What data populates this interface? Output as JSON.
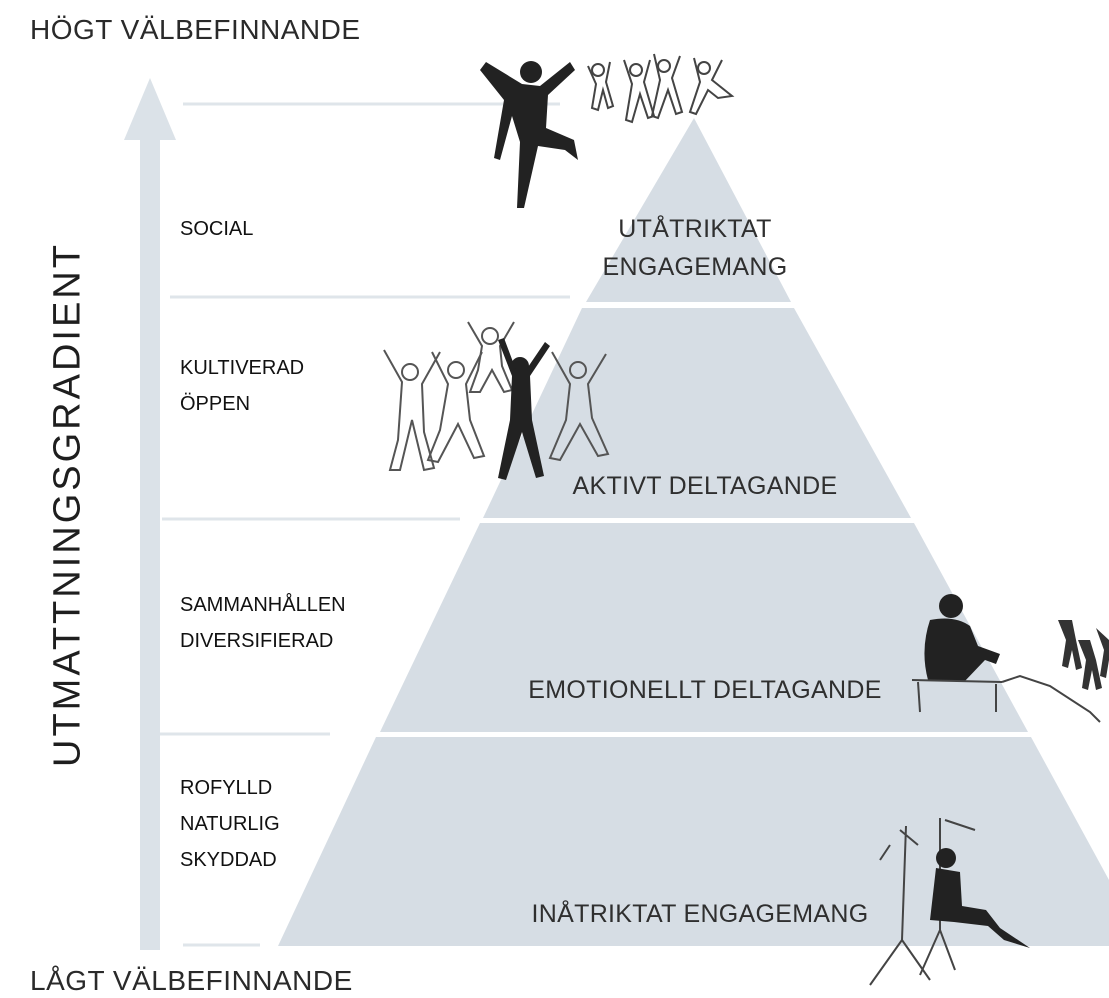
{
  "axis": {
    "top_label": "HÖGT VÄLBEFINNANDE",
    "bottom_label": "LÅGT VÄLBEFINNANDE",
    "gradient_label": "UTMATTNINGSGRADIENT"
  },
  "levels": [
    {
      "qualities": [
        "SOCIAL"
      ],
      "tier_label_lines": [
        "UTÅTRIKTAT",
        "ENGAGEMANG"
      ]
    },
    {
      "qualities": [
        "KULTIVERAD",
        "ÖPPEN"
      ],
      "tier_label_lines": [
        "AKTIVT DELTAGANDE"
      ]
    },
    {
      "qualities": [
        "SAMMANHÅLLEN",
        "DIVERSIFIERAD"
      ],
      "tier_label_lines": [
        "EMOTIONELLT DELTAGANDE"
      ]
    },
    {
      "qualities": [
        "ROFYLLD",
        "NATURLIG",
        "SKYDDAD"
      ],
      "tier_label_lines": [
        "INÅTRIKTAT ENGAGEMANG"
      ]
    }
  ],
  "colors": {
    "pyramid": "#d6dde4",
    "arrow": "#dbe2e8",
    "divider": "#dfe5ea"
  }
}
